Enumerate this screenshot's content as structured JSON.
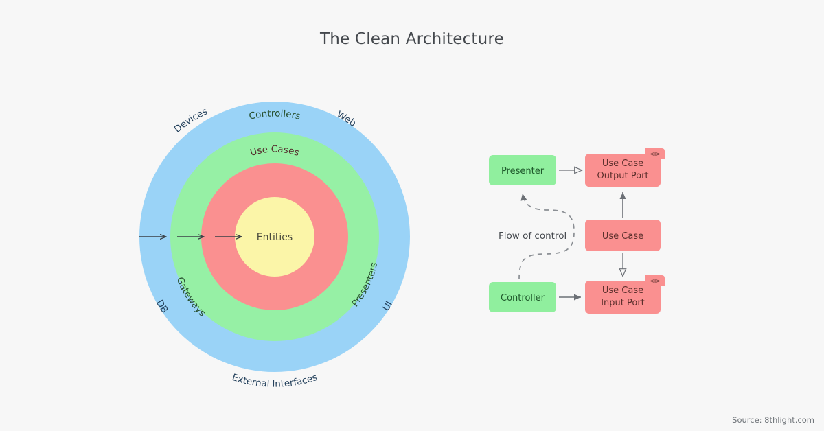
{
  "page": {
    "title": "The Clean Architecture",
    "background_color": "#f7f7f7",
    "source_credit": "Source: 8thlight.com"
  },
  "colors": {
    "outer_ring": "#9ad3f7",
    "middle_ring": "#96f0a5",
    "inner_ring": "#fa9090",
    "core": "#fbf5a8",
    "box_green": "#90ef9e",
    "box_red": "#fa9090",
    "arrow_gray": "#6c7076",
    "title_text": "#44484d"
  },
  "circles": {
    "rings": [
      {
        "name": "external-interfaces",
        "color": "#9ad3f7",
        "labels": [
          "Devices",
          "Web",
          "DB",
          "UI",
          "External Interfaces"
        ]
      },
      {
        "name": "interface-adapters",
        "color": "#96f0a5",
        "labels": [
          "Controllers",
          "Gateways",
          "Presenters"
        ]
      },
      {
        "name": "application-business-rules",
        "color": "#fa9090",
        "labels": [
          "Use Cases"
        ]
      },
      {
        "name": "enterprise-business-rules",
        "color": "#fbf5a8",
        "labels": [
          "Entities"
        ]
      }
    ],
    "ring_labels": {
      "devices": "Devices",
      "web": "Web",
      "db": "DB",
      "ui": "UI",
      "external_interfaces": "External Interfaces",
      "controllers": "Controllers",
      "gateways": "Gateways",
      "presenters": "Presenters",
      "use_cases": "Use Cases",
      "entities": "Entities"
    },
    "dependency_arrows": 3
  },
  "flow": {
    "label": "Flow of control",
    "boxes": [
      {
        "id": "presenter",
        "label": "Presenter",
        "type": "class",
        "color": "green"
      },
      {
        "id": "use-case-output-port",
        "label": "Use Case\nOutput Port",
        "line1": "Use Case",
        "line2": "Output Port",
        "type": "interface",
        "color": "red",
        "tag": "<I>"
      },
      {
        "id": "use-case",
        "label": "Use Case",
        "type": "class",
        "color": "red"
      },
      {
        "id": "controller",
        "label": "Controller",
        "type": "class",
        "color": "green"
      },
      {
        "id": "use-case-input-port",
        "label": "Use Case\nInput Port",
        "line1": "Use Case",
        "line2": "Input Port",
        "type": "interface",
        "color": "red",
        "tag": "<I>"
      }
    ],
    "connections": [
      {
        "from": "presenter",
        "to": "use-case-output-port",
        "arrow": "hollow"
      },
      {
        "from": "use-case",
        "to": "use-case-output-port",
        "arrow": "solid"
      },
      {
        "from": "use-case",
        "to": "use-case-input-port",
        "arrow": "hollow"
      },
      {
        "from": "controller",
        "to": "use-case-input-port",
        "arrow": "solid"
      },
      {
        "from": "controller",
        "to": "presenter",
        "arrow": "solid",
        "style": "dashed",
        "label": "Flow of control"
      }
    ],
    "interface_tag": "<I>"
  }
}
